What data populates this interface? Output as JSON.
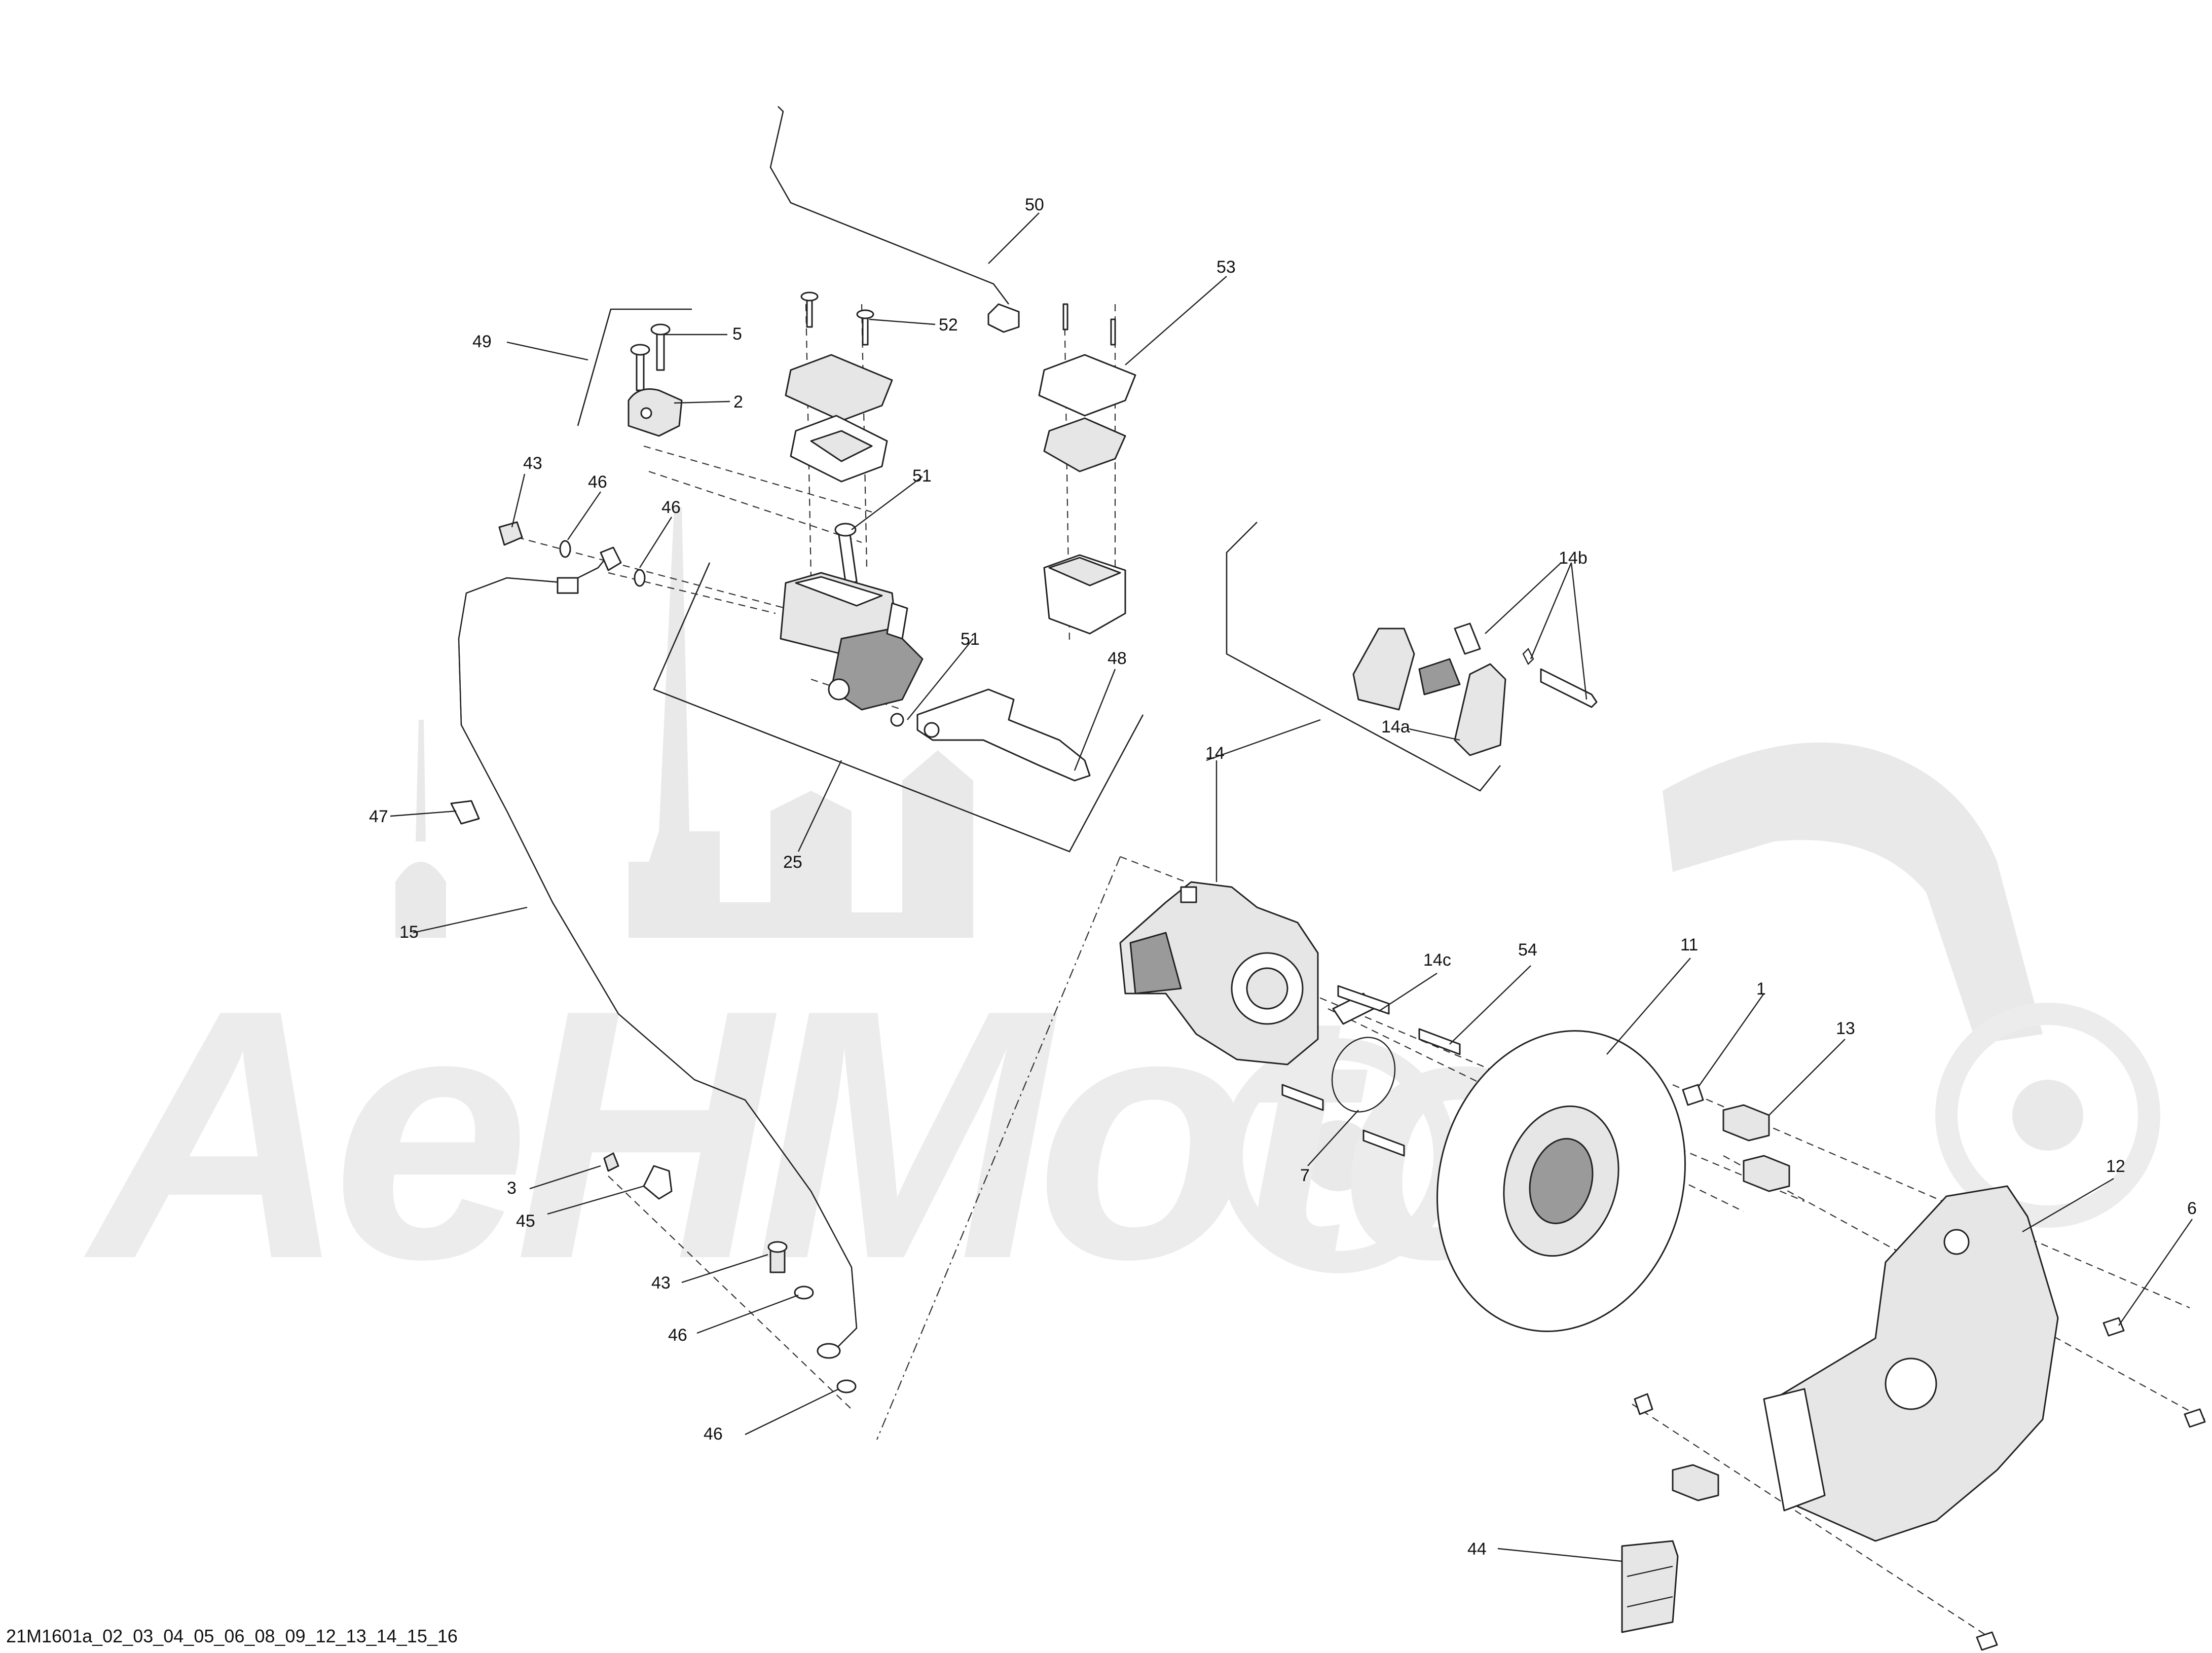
{
  "drawing_code": "21M1601a_02_03_04_05_06_08_09_12_13_14_15_16",
  "watermark_text": "AeHMoto",
  "callouts": {
    "c50": "50",
    "c53": "53",
    "c49": "49",
    "c5": "5",
    "c52": "52",
    "c2": "2",
    "c43a": "43",
    "c46a": "46",
    "c46b": "46",
    "c51a": "51",
    "c51b": "51",
    "c48": "48",
    "c25": "25",
    "c47": "47",
    "c15": "15",
    "c14b": "14b",
    "c14a": "14a",
    "c14": "14",
    "c14c": "14c",
    "c54": "54",
    "c11": "11",
    "c1": "1",
    "c13": "13",
    "c12": "12",
    "c6": "6",
    "c7": "7",
    "c3": "3",
    "c45": "45",
    "c43b": "43",
    "c46c": "46",
    "c46d": "46",
    "c44": "44"
  }
}
